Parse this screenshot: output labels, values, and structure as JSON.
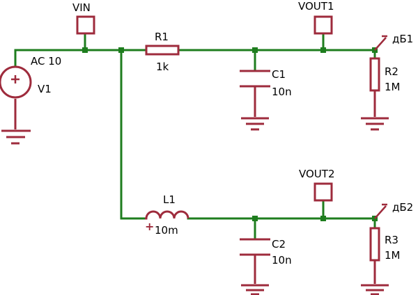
{
  "schematic": {
    "probes": {
      "vin": "VIN",
      "vout1": "VOUT1",
      "vout2": "VOUT2",
      "db1": "дБ1",
      "db2": "дБ2"
    },
    "components": {
      "v1": {
        "name": "V1",
        "value": "AC 10"
      },
      "r1": {
        "name": "R1",
        "value": "1k"
      },
      "c1": {
        "name": "C1",
        "value": "10n"
      },
      "r2": {
        "name": "R2",
        "value": "1M"
      },
      "l1": {
        "name": "L1",
        "value": "10m"
      },
      "c2": {
        "name": "C2",
        "value": "10n"
      },
      "r3": {
        "name": "R3",
        "value": "1M"
      }
    },
    "colors": {
      "wire": "#1e7d1e",
      "component": "#9e2b3c",
      "text": "#000000"
    }
  }
}
